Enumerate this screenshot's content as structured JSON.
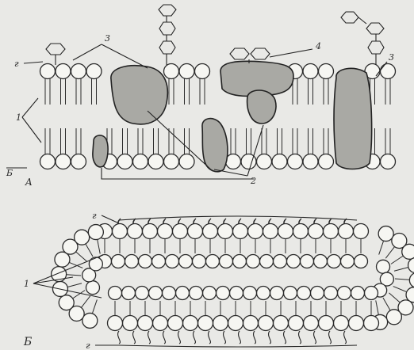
{
  "panels": {
    "a_label": "A",
    "b_label": "Б"
  },
  "callouts": {
    "a_1": "1",
    "a_2": "2",
    "a_3_left": "3",
    "a_3_right": "3",
    "a_4": "4",
    "a_b": "Б",
    "a_g": "г",
    "b_1": "1",
    "b_g_top": "г",
    "b_g_bottom": "г"
  },
  "colors": {
    "background": "#e9e9e6",
    "ink": "#222222",
    "protein_fill": "#a9a9a4"
  }
}
